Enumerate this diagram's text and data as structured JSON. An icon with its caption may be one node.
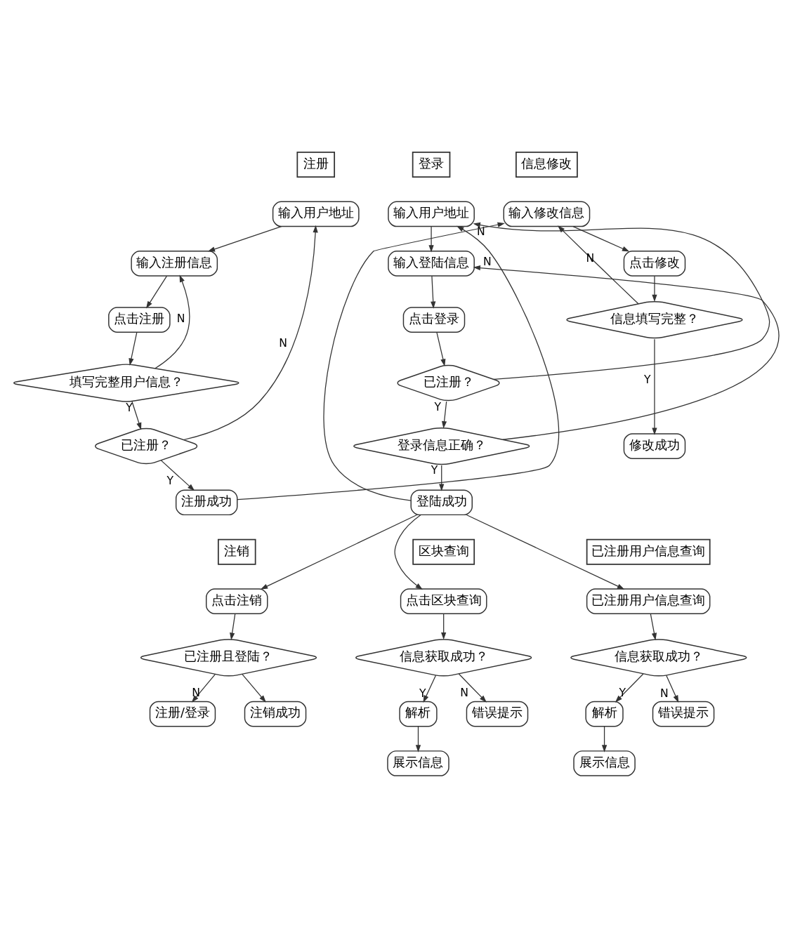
{
  "diagram": {
    "nodes": [
      {
        "text": [
          "注册"
        ]
      },
      {
        "text": [
          "登录"
        ]
      },
      {
        "text": [
          "信息修改"
        ]
      },
      {
        "text": [
          "输入用户地址"
        ]
      },
      {
        "text": [
          "输入注册信息"
        ]
      },
      {
        "text": [
          "点击注册"
        ]
      },
      {
        "text": [
          "填写完整用户信息？"
        ]
      },
      {
        "text": [
          "已注册？"
        ]
      },
      {
        "text": [
          "注册成功"
        ]
      },
      {
        "text": [
          "输入用户地址"
        ]
      },
      {
        "text": [
          "输入登陆信息"
        ]
      },
      {
        "text": [
          "点击登录"
        ]
      },
      {
        "text": [
          "已注册？"
        ]
      },
      {
        "text": [
          "登录信息正确？"
        ]
      },
      {
        "text": [
          "登陆成功"
        ]
      },
      {
        "text": [
          "输入修改信息"
        ]
      },
      {
        "text": [
          "点击修改"
        ]
      },
      {
        "text": [
          "信息填写完整？"
        ]
      },
      {
        "text": [
          "修改成功"
        ]
      },
      {
        "text": [
          "注销"
        ]
      },
      {
        "text": [
          "区块查询"
        ]
      },
      {
        "text": [
          "已注册用户信息查询"
        ]
      },
      {
        "text": [
          "点击注销"
        ]
      },
      {
        "text": [
          "已注册且登陆？"
        ]
      },
      {
        "text": [
          "注册/登录"
        ]
      },
      {
        "text": [
          "注销成功"
        ]
      },
      {
        "text": [
          "点击区块查询"
        ]
      },
      {
        "text": [
          "信息获取成功？"
        ]
      },
      {
        "text": [
          "解析"
        ]
      },
      {
        "text": [
          "错误提示"
        ]
      },
      {
        "text": [
          "展示信息"
        ]
      },
      {
        "text": [
          "已注册用户信息查询"
        ]
      },
      {
        "text": [
          "信息获取成功？"
        ]
      },
      {
        "text": [
          "解析"
        ]
      },
      {
        "text": [
          "错误提示"
        ]
      },
      {
        "text": [
          "展示信息"
        ]
      }
    ],
    "edges": [
      {
        "from": 3,
        "to": 4,
        "arrow": "to"
      },
      {
        "from": 4,
        "to": 5,
        "arrow": "to"
      },
      {
        "from": 5,
        "to": 6,
        "arrow": "to"
      },
      {
        "from": 6,
        "to": 4,
        "arrow": "to",
        "label": "N"
      },
      {
        "from": 6,
        "to": 7,
        "arrow": "to",
        "label": "Y"
      },
      {
        "from": 7,
        "to": 3,
        "arrow": "to",
        "label": "N"
      },
      {
        "from": 7,
        "to": 8,
        "arrow": "to",
        "label": "Y"
      },
      {
        "from": 8,
        "to": 9,
        "arrow": "to"
      },
      {
        "from": 9,
        "to": 10,
        "arrow": "to"
      },
      {
        "from": 10,
        "to": 11,
        "arrow": "to"
      },
      {
        "from": 11,
        "to": 12,
        "arrow": "to"
      },
      {
        "from": 12,
        "to": 9,
        "arrow": "to",
        "label": "N"
      },
      {
        "from": 12,
        "to": 13,
        "arrow": "to",
        "label": "Y"
      },
      {
        "from": 13,
        "to": 10,
        "arrow": "to",
        "label": "N"
      },
      {
        "from": 13,
        "to": 14,
        "arrow": "to",
        "label": "Y"
      },
      {
        "from": 14,
        "to": 15,
        "arrow": "to"
      },
      {
        "from": 15,
        "to": 16,
        "arrow": "to"
      },
      {
        "from": 16,
        "to": 17,
        "arrow": "to"
      },
      {
        "from": 17,
        "to": 15,
        "arrow": "to",
        "label": "N"
      },
      {
        "from": 17,
        "to": 18,
        "arrow": "to",
        "label": "Y"
      },
      {
        "from": 14,
        "to": 22,
        "arrow": "to"
      },
      {
        "from": 14,
        "to": 26,
        "arrow": "to"
      },
      {
        "from": 14,
        "to": 31,
        "arrow": "to"
      },
      {
        "from": 22,
        "to": 23,
        "arrow": "to"
      },
      {
        "from": 23,
        "to": 24,
        "arrow": "to",
        "label": "N"
      },
      {
        "from": 23,
        "to": 25,
        "arrow": "to"
      },
      {
        "from": 26,
        "to": 27,
        "arrow": "to"
      },
      {
        "from": 27,
        "to": 28,
        "arrow": "to",
        "label": "Y"
      },
      {
        "from": 27,
        "to": 29,
        "arrow": "to",
        "label": "N"
      },
      {
        "from": 28,
        "to": 30,
        "arrow": "to"
      },
      {
        "from": 31,
        "to": 32,
        "arrow": "to"
      },
      {
        "from": 32,
        "to": 33,
        "arrow": "to",
        "label": "Y"
      },
      {
        "from": 32,
        "to": 34,
        "arrow": "to",
        "label": "N"
      },
      {
        "from": 33,
        "to": 35,
        "arrow": "to"
      }
    ]
  }
}
